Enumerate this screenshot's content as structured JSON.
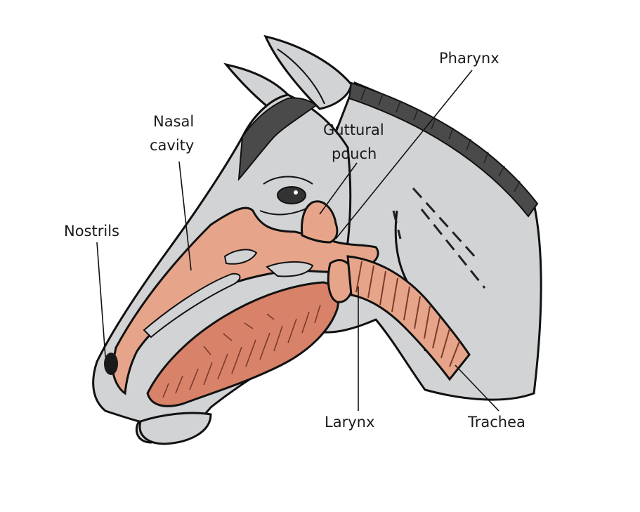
{
  "labels": {
    "nostrils": "Nostrils",
    "nasal_cavity_line1": "Nasal",
    "nasal_cavity_line2": "cavity",
    "guttural_pouch_line1": "Guttural",
    "guttural_pouch_line2": "pouch",
    "pharynx": "Pharynx",
    "larynx": "Larynx",
    "trachea": "Trachea"
  },
  "colors": {
    "head_fill": "#d2d3d5",
    "outline": "#111111",
    "airway_fill": "#e6a58a",
    "tongue_fill": "#d8826a",
    "mane_fill": "#4a4a4a"
  }
}
